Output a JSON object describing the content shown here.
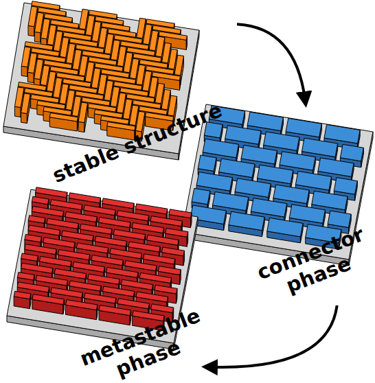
{
  "diagram": {
    "nodes": [
      {
        "text": [
          "stable structure"
        ]
      },
      {
        "text": [
          "connector phase"
        ]
      },
      {
        "text": [
          "metastable phase"
        ]
      }
    ],
    "edges": [
      {
        "from": 0,
        "to": 1,
        "arrow": "to"
      },
      {
        "from": 1,
        "to": 2,
        "arrow": "to"
      }
    ]
  }
}
